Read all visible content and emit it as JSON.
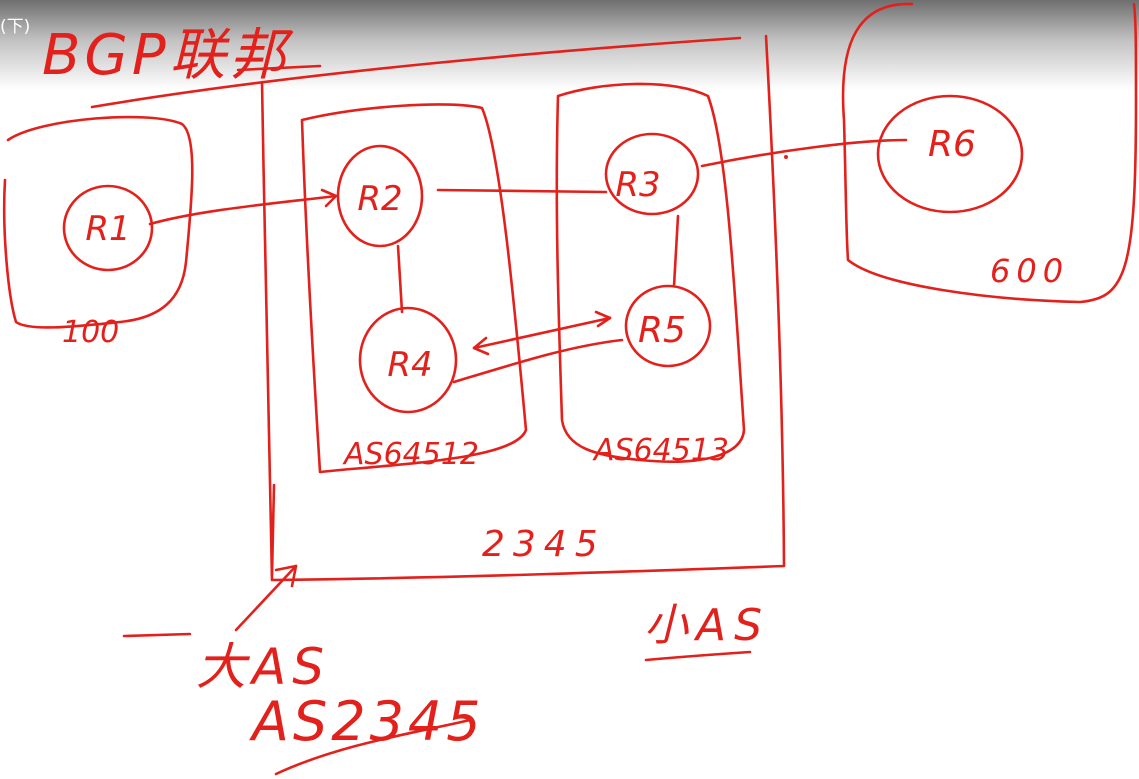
{
  "video": {
    "title_fragment": "(下)"
  },
  "board": {
    "ink_color": "#e3211c",
    "heading": "BGP联邦",
    "routers": {
      "r1": "R1",
      "r2": "R2",
      "r3": "R3",
      "r4": "R4",
      "r5": "R5",
      "r6": "R6"
    },
    "labels": {
      "as_left": "100",
      "as_right": "600",
      "sub_as_left": "AS64512",
      "sub_as_right": "AS64513",
      "confed_inner": "2345",
      "big_as": "大AS",
      "big_as_number": "AS2345",
      "small_as": "小AS"
    }
  }
}
